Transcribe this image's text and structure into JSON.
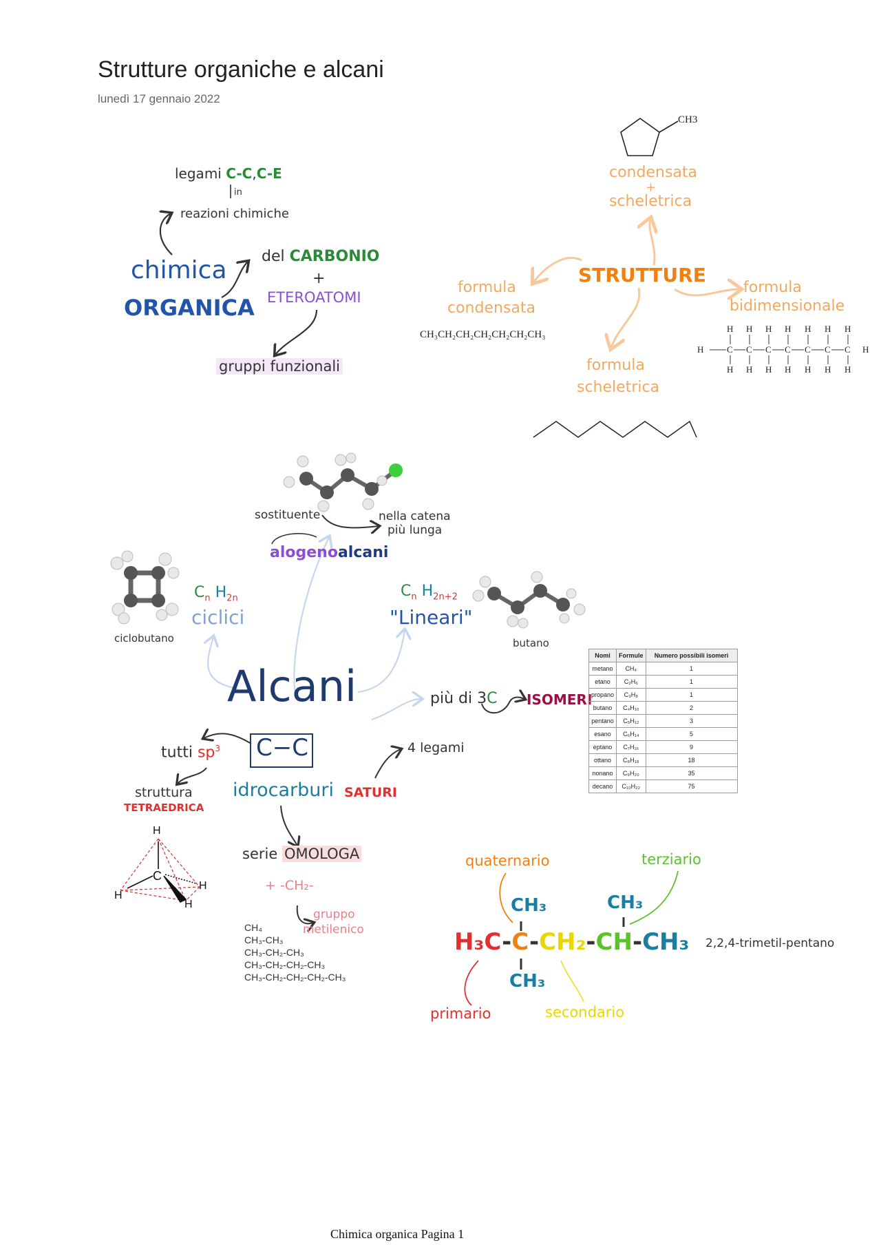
{
  "page": {
    "title": "Strutture organiche e alcani",
    "date": "lunedì 17 gennaio 2022",
    "footer": "Chimica organica Pagina 1"
  },
  "colors": {
    "blue": "#2255aa",
    "green": "#2a8a3a",
    "purple": "#8a4fd0",
    "orange": "#f08010",
    "lightorange": "#f3a860",
    "red": "#e03030",
    "teal": "#1a7ea0",
    "yellow": "#e8d800",
    "darkred": "#9b1040"
  },
  "chimica": {
    "legami_prefix": "legami ",
    "legami_cc": "C-C",
    "legami_comma": ",",
    "legami_ce": "C-E",
    "in": "in",
    "reazioni": "reazioni chimiche",
    "chimica": "chimica",
    "organica": "ORGANICA",
    "del": "del ",
    "carbonio": "CARBONIO",
    "plus": "+",
    "eteroatomi": "ETEROATOMI",
    "gruppi": "gruppi funzionali"
  },
  "strutture": {
    "ch3": "CH3",
    "condensata_scheletrica": "condensata",
    "plus": "+",
    "scheletrica": "scheletrica",
    "title": "STRUTTURE",
    "formula_condensata_1": "formula",
    "formula_condensata_2": "condensata",
    "condensed_formula": "CH₃CH₂CH₂CH₂CH₂CH₂CH₃",
    "formula_bidim_1": "formula",
    "formula_bidim_2": "bidimensionale",
    "formula_schel_1": "formula",
    "formula_schel_2": "scheletrica",
    "h": "H",
    "c": "C"
  },
  "alcani": {
    "sostituente": "sostituente",
    "catena_1": "nella catena",
    "catena_2": "più lunga",
    "alogeno": "alogeno",
    "alcani_word": "alcani",
    "ciclobutano": "ciclobutano",
    "cn_c": "C",
    "cn_n": "n",
    "cn_h": "H",
    "cn_2n": "2n",
    "cn_2n2": "2n+2",
    "ciclici": "ciclici",
    "lineari": "\"Lineari\"",
    "butano": "butano",
    "title": "Alcani",
    "cc_box": "C−C",
    "piu_di": "più di 3",
    "piu_c": "C",
    "isomeri": "ISOMERI",
    "tutti": "tutti ",
    "sp3": "sp",
    "sp3_exp": "3",
    "struttura": "struttura",
    "tetraedrica": "TETRAEDRICA",
    "idrocarburi": "idrocarburi",
    "saturi": "SATURI",
    "legami4": "4 legami",
    "serie": "serie",
    "omologa": "OMOLOGA",
    "ch2_unit": "+ -CH₂-",
    "gruppo_1": "gruppo",
    "gruppo_2": "metilenico",
    "tetra_h": "H",
    "tetra_c": "C",
    "series": [
      "CH₄",
      "CH₃-CH₃",
      "CH₃-CH₂-CH₃",
      "CH₃-CH₂-CH₂-CH₃",
      "CH₃-CH₂-CH₂-CH₂-CH₃"
    ]
  },
  "isomer_table": {
    "headers": [
      "Nomi",
      "Formule",
      "Numero possibili isomeri"
    ],
    "rows": [
      [
        "metano",
        "CH₄",
        "1"
      ],
      [
        "etano",
        "C₂H₆",
        "1"
      ],
      [
        "propano",
        "C₃H₈",
        "1"
      ],
      [
        "butano",
        "C₄H₁₀",
        "2"
      ],
      [
        "pentano",
        "C₅H₁₂",
        "3"
      ],
      [
        "esano",
        "C₆H₁₄",
        "5"
      ],
      [
        "eptano",
        "C₇H₁₆",
        "9"
      ],
      [
        "ottano",
        "C₈H₁₈",
        "18"
      ],
      [
        "nonano",
        "C₉H₂₀",
        "35"
      ],
      [
        "decano",
        "C₁₀H₂₂",
        "75"
      ]
    ]
  },
  "trimetil": {
    "quaternario": "quaternario",
    "terziario": "terziario",
    "primario": "primario",
    "secondario": "secondario",
    "h3c": "H₃C",
    "dash": "-",
    "c_q": "C",
    "ch2": "CH₂",
    "ch": "CH",
    "ch3_end": "CH₃",
    "ch3_top1": "CH₃",
    "ch3_top2": "CH₃",
    "ch3_bottom": "CH₃",
    "name": "2,2,4-trimetil-pentano"
  }
}
